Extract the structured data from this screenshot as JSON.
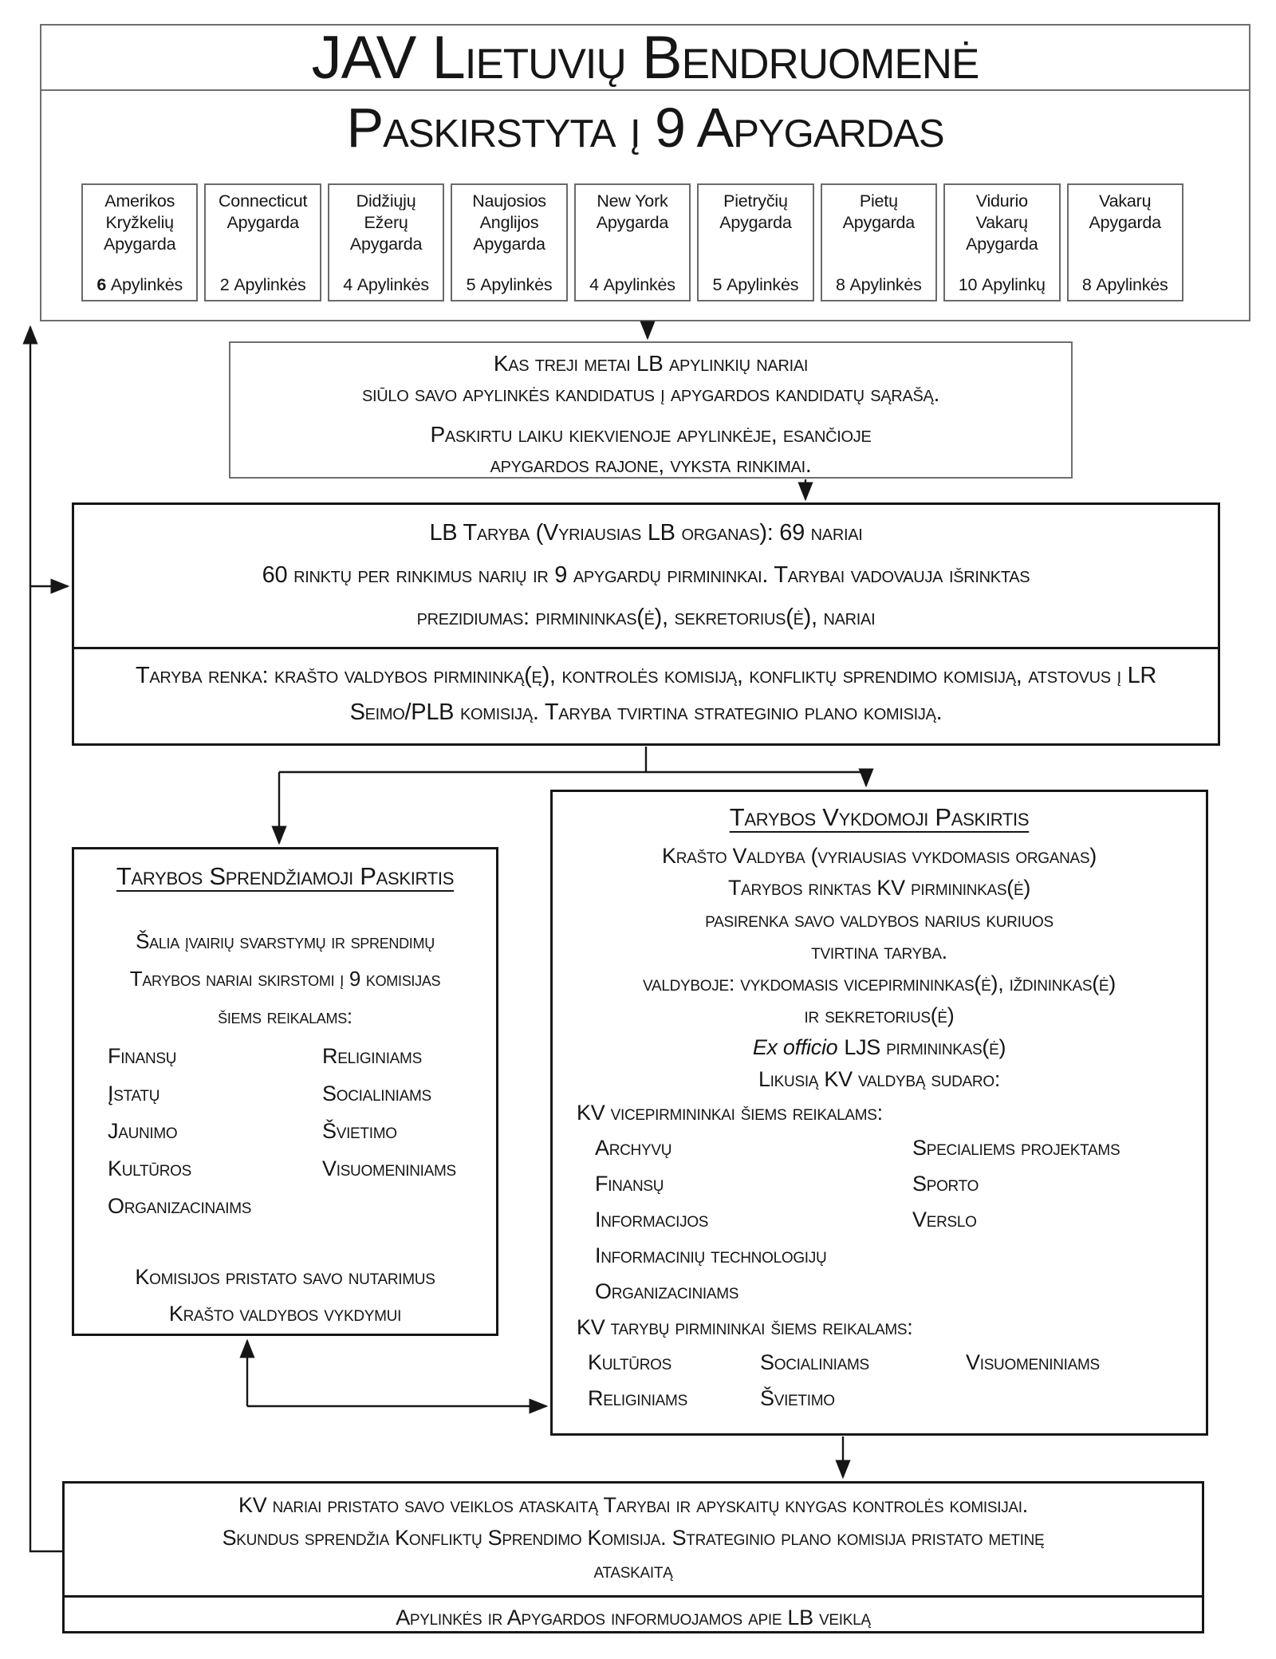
{
  "colors": {
    "background": "#ffffff",
    "ink": "#161616",
    "border_dark": "#161616",
    "border_gray": "#6f6f6f"
  },
  "header": {
    "title_line1": "JAV Lietuvių Bendruomenė",
    "title_line2": "Paskirstyta į 9 Apygardas",
    "districts": [
      {
        "name_lines": [
          "Amerikos",
          "Kryžkelių",
          "Apygarda"
        ],
        "count": "6",
        "unit": "Apylinkės"
      },
      {
        "name_lines": [
          "Connecticut",
          "Apygarda"
        ],
        "count": "2",
        "unit": "Apylinkės"
      },
      {
        "name_lines": [
          "Didžiųjų",
          "Ežerų",
          "Apygarda"
        ],
        "count": "4",
        "unit": "Apylinkės"
      },
      {
        "name_lines": [
          "Naujosios",
          "Anglijos",
          "Apygarda"
        ],
        "count": "5",
        "unit": "Apylinkės"
      },
      {
        "name_lines": [
          "New York",
          "Apygarda"
        ],
        "count": "4",
        "unit": "Apylinkės"
      },
      {
        "name_lines": [
          "Pietryčių",
          "Apygarda"
        ],
        "count": "5",
        "unit": "Apylinkės"
      },
      {
        "name_lines": [
          "Pietų",
          "Apygarda"
        ],
        "count": "8",
        "unit": "Apylinkės"
      },
      {
        "name_lines": [
          "Vidurio",
          "Vakarų",
          "Apygarda"
        ],
        "count": "10",
        "unit": "Apylinkų"
      },
      {
        "name_lines": [
          "Vakarų",
          "Apygarda"
        ],
        "count": "8",
        "unit": "Apylinkės"
      }
    ]
  },
  "election": {
    "line1": "Kas treji metai LB apylinkių nariai",
    "line2": "siūlo savo apylinkės kandidatus į apygardos kandidatų sąrašą.",
    "line3": "Paskirtu laiku kiekvienoje apylinkėje, esančioje",
    "line4": "apygardos rajone, vyksta rinkimai."
  },
  "taryba": {
    "line1": "LB Taryba (Vyriausias LB organas): 69 nariai",
    "line2": "60 rinktų per rinkimus narių ir 9 apygardų pirmininkai. Tarybai vadovauja išrinktas",
    "line3": "prezidiumas: pirmininkas(ė), sekretorius(ė), nariai",
    "renka": "Taryba renka: krašto valdybos pirmininką(ę), kontrolės komisiją, konfliktų sprendimo komisiją, atstovus į LR Seimo/PLB komisiją. Taryba tvirtina strateginio plano komisiją."
  },
  "sprendziamoji": {
    "title": "Tarybos Sprendžiamoji Paskirtis",
    "intro1": "Šalia įvairių svarstymų ir sprendimų",
    "intro2": "Tarybos nariai skirstomi į 9 komisijas",
    "intro3": "šiems reikalams:",
    "col1": [
      "Finansų",
      "Įstatų",
      "Jaunimo",
      "Kultūros",
      "Organizacinaims"
    ],
    "col2": [
      "Religiniams",
      "Socialiniams",
      "Švietimo",
      "Visuomeniniams"
    ],
    "footer1": "Komisijos pristato savo nutarimus",
    "footer2": "Krašto valdybos vykdymui"
  },
  "vykdomoji": {
    "title": "Tarybos Vykdomoji Paskirtis",
    "line1": "Krašto Valdyba (vyriausias vykdomasis organas)",
    "line2": "Tarybos rinktas KV pirmininkas(ė)",
    "line3": "pasirenka savo valdybos narius kuriuos",
    "line4": "tvirtina taryba.",
    "line5": "valdyboje: vykdomasis vicepirmininkas(ė), iždininkas(ė)",
    "line6": "ir sekretorius(ė)",
    "ex_officio": "Ex officio",
    "ex_officio_rest": "LJS pirmininkas(ė)",
    "likusia": "Likusią KV valdybą sudaro:",
    "vice_header": "KV vicepirmininkai šiems reikalams:",
    "vice_col1": [
      "Archyvų",
      "Finansų",
      "Informacijos",
      "Informacinių technologijų",
      "Organizaciniams"
    ],
    "vice_col2": [
      "Specialiems projektams",
      "Sporto",
      "Verslo"
    ],
    "tarybu_header": "KV tarybų pirmininkai šiems reikalams:",
    "tarybu_row1": [
      "Kultūros",
      "Socialiniams",
      "Visuomeniniams"
    ],
    "tarybu_row2": [
      "Religiniams",
      "Švietimo"
    ]
  },
  "bottom": {
    "line1": "KV nariai pristato savo veiklos ataskaitą Tarybai ir apyskaitų knygas kontrolės komisijai.",
    "line2": "Skundus sprendžia Konfliktų Sprendimo Komisija. Strateginio plano komisija pristato metinę",
    "line3": "ataskaitą",
    "line4": "Apylinkės ir Apygardos informuojamos apie LB veiklą"
  }
}
